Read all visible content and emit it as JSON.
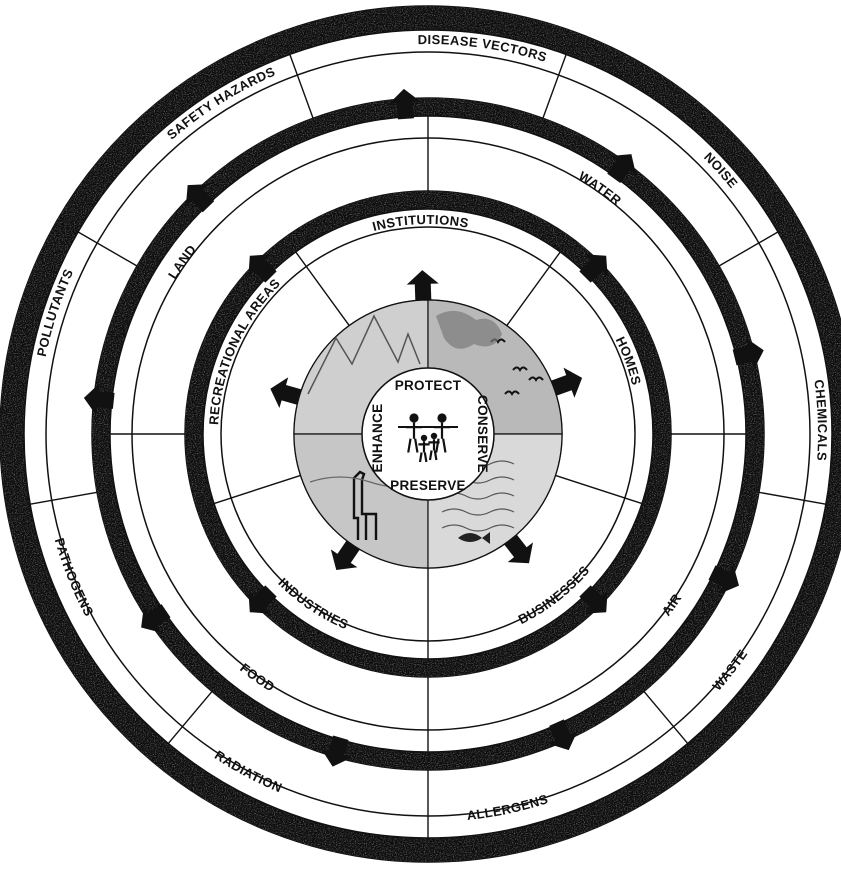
{
  "colors": {
    "band": "#0d0d0d",
    "band_speckle": "#8a8a8a",
    "ring_fill": "#ffffff",
    "line": "#111111",
    "arrow": "#111111",
    "quad_tl": "#cfcfcf",
    "quad_tr": "#b9b9b9",
    "quad_bl": "#c6c6c6",
    "quad_br": "#d9d9d9"
  },
  "outer_ring": {
    "labels": [
      "DISEASE VECTORS",
      "NOISE",
      "CHEMICALS",
      "WASTE",
      "ALLERGENS",
      "RADIATION",
      "PATHOGENS",
      "POLLUTANTS",
      "SAFETY HAZARDS"
    ]
  },
  "middle_ring": {
    "labels": [
      "WATER",
      "AIR",
      "FOOD",
      "LAND"
    ]
  },
  "inner_ring": {
    "labels": [
      "INSTITUTIONS",
      "HOMES",
      "BUSINESSES",
      "INDUSTRIES",
      "RECREATIONAL AREAS"
    ]
  },
  "center": {
    "words": {
      "top": "PROTECT",
      "right": "CONSERVE",
      "bottom": "PRESERVE",
      "left": "ENHANCE"
    },
    "emblem_icon": "family-figures-icon",
    "quadrant_icons": [
      "mountains-icon",
      "birds-trees-icon",
      "giraffe-icon",
      "fish-water-icon"
    ]
  }
}
